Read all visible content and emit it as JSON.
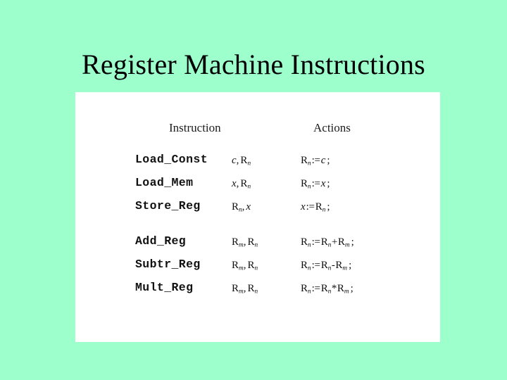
{
  "slide": {
    "title": "Register Machine Instructions",
    "background_color": "#9cffcc",
    "panel_color": "#ffffff"
  },
  "table": {
    "headers": {
      "instruction": "Instruction",
      "actions": "Actions"
    },
    "groups": [
      {
        "rows": [
          {
            "name": "Load_Const",
            "operands_text": "c , Rn",
            "operands": [
              {
                "symbol": "c",
                "sub": ""
              },
              {
                "symbol": "R",
                "sub": "n"
              }
            ],
            "action_text": "Rn := c ;",
            "action": {
              "target": {
                "symbol": "R",
                "sub": "n"
              },
              "operator": ":=",
              "expr": [
                {
                  "symbol": "c",
                  "sub": ""
                }
              ],
              "terminator": ";"
            }
          },
          {
            "name": "Load_Mem",
            "operands_text": "x , Rn",
            "operands": [
              {
                "symbol": "x",
                "sub": ""
              },
              {
                "symbol": "R",
                "sub": "n"
              }
            ],
            "action_text": "Rn := x ;",
            "action": {
              "target": {
                "symbol": "R",
                "sub": "n"
              },
              "operator": ":=",
              "expr": [
                {
                  "symbol": "x",
                  "sub": ""
                }
              ],
              "terminator": ";"
            }
          },
          {
            "name": "Store_Reg",
            "operands_text": "Rn , x",
            "operands": [
              {
                "symbol": "R",
                "sub": "n"
              },
              {
                "symbol": "x",
                "sub": ""
              }
            ],
            "action_text": "x := Rn ;",
            "action": {
              "target": {
                "symbol": "x",
                "sub": ""
              },
              "operator": ":=",
              "expr": [
                {
                  "symbol": "R",
                  "sub": "n"
                }
              ],
              "terminator": ";"
            }
          }
        ]
      },
      {
        "rows": [
          {
            "name": "Add_Reg",
            "operands_text": "Rm , Rn",
            "operands": [
              {
                "symbol": "R",
                "sub": "m"
              },
              {
                "symbol": "R",
                "sub": "n"
              }
            ],
            "action_text": "Rn := Rn + Rm ;",
            "action": {
              "target": {
                "symbol": "R",
                "sub": "n"
              },
              "operator": ":=",
              "expr": [
                {
                  "symbol": "R",
                  "sub": "n"
                },
                {
                  "op": "+"
                },
                {
                  "symbol": "R",
                  "sub": "m"
                }
              ],
              "terminator": ";"
            }
          },
          {
            "name": "Subtr_Reg",
            "operands_text": "Rm , Rn",
            "operands": [
              {
                "symbol": "R",
                "sub": "m"
              },
              {
                "symbol": "R",
                "sub": "n"
              }
            ],
            "action_text": "Rn := Rn - Rm ;",
            "action": {
              "target": {
                "symbol": "R",
                "sub": "n"
              },
              "operator": ":=",
              "expr": [
                {
                  "symbol": "R",
                  "sub": "n"
                },
                {
                  "op": "-"
                },
                {
                  "symbol": "R",
                  "sub": "m"
                }
              ],
              "terminator": ";"
            }
          },
          {
            "name": "Mult_Reg",
            "operands_text": "Rm , Rn",
            "operands": [
              {
                "symbol": "R",
                "sub": "m"
              },
              {
                "symbol": "R",
                "sub": "n"
              }
            ],
            "action_text": "Rn := Rn * Rm ;",
            "action": {
              "target": {
                "symbol": "R",
                "sub": "n"
              },
              "operator": ":=",
              "expr": [
                {
                  "symbol": "R",
                  "sub": "n"
                },
                {
                  "op": "*"
                },
                {
                  "symbol": "R",
                  "sub": "m"
                }
              ],
              "terminator": ";"
            }
          }
        ]
      }
    ]
  }
}
